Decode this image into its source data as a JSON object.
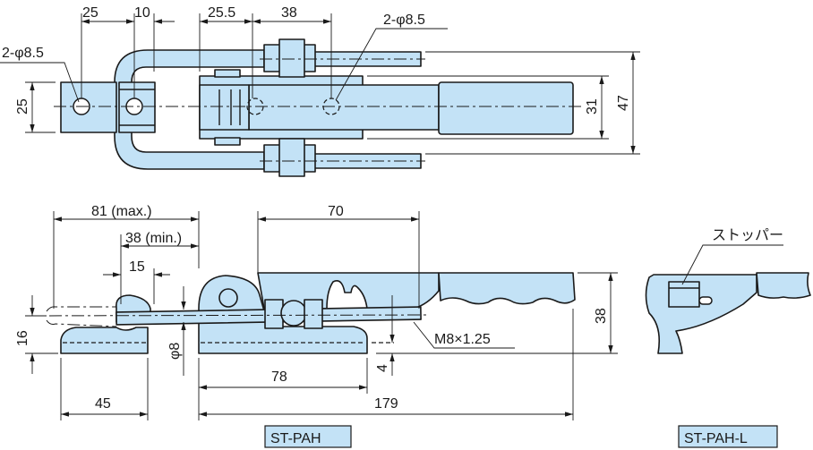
{
  "top_view": {
    "dims": {
      "d25a": "25",
      "d10": "10",
      "d25_5": "25.5",
      "d38": "38",
      "hole_left": "2-φ8.5",
      "hole_right": "2-φ8.5",
      "height25": "25",
      "d31": "31",
      "d47": "47"
    }
  },
  "side_view": {
    "dims": {
      "max81": "81 (max.)",
      "min38": "38 (min.)",
      "d15": "15",
      "d70": "70",
      "d16": "16",
      "phi8": "φ8",
      "thread": "M8×1.25",
      "d38": "38",
      "d4": "4",
      "d78": "78",
      "d45": "45",
      "d179": "179"
    },
    "model_label": "ST-PAH"
  },
  "detail_view": {
    "stopper_label": "ストッパー",
    "model_label": "ST-PAH-L"
  },
  "colors": {
    "part_fill": "#c3e2f6",
    "line": "#1a1a1a"
  }
}
